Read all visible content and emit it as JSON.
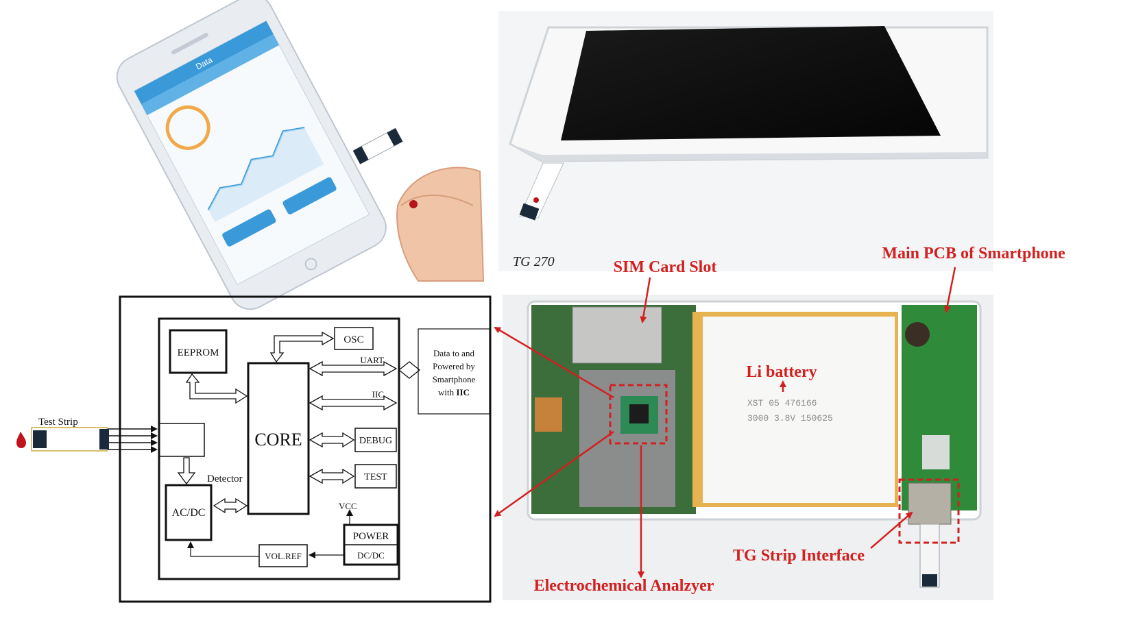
{
  "colors": {
    "annotation_red": "#d31f1f",
    "pcb_green": "#2f8a3a",
    "battery_gold": "#d9a441",
    "phone_white": "#f1f3f5",
    "phone_screen": "#111111",
    "diagram_ink": "#111111"
  },
  "photos": {
    "phone_app": {
      "header": "Data",
      "button_left": "",
      "button_right": ""
    },
    "phone_front": {
      "label": "TG 270"
    },
    "pcb": {
      "battery_line1": "XST 05 476166",
      "battery_line2": "3000 3.8V 150625"
    }
  },
  "annotations": {
    "sim_slot": "SIM Card Slot",
    "main_pcb": "Main PCB of Smartphone",
    "li_battery": "Li battery",
    "tg_strip": "TG Strip Interface",
    "analyzer": "Electrochemical Analzyer"
  },
  "block_diagram": {
    "test_strip": "Test Strip",
    "eeprom": "EEPROM",
    "osc": "OSC",
    "core": "CORE",
    "uart": "UART",
    "iic": "IIC",
    "debug": "DEBUG",
    "test": "TEST",
    "detector": "Detector",
    "acdc": "AC/DC",
    "vcc": "VCC",
    "power": "POWER",
    "dcdc": "DC/DC",
    "volref": "VOL.REF",
    "data_line1": "Data to and",
    "data_line2": "Powered by",
    "data_line3": "Smartphone",
    "data_line4_prefix": "with ",
    "data_line4_bold": "IIC"
  }
}
